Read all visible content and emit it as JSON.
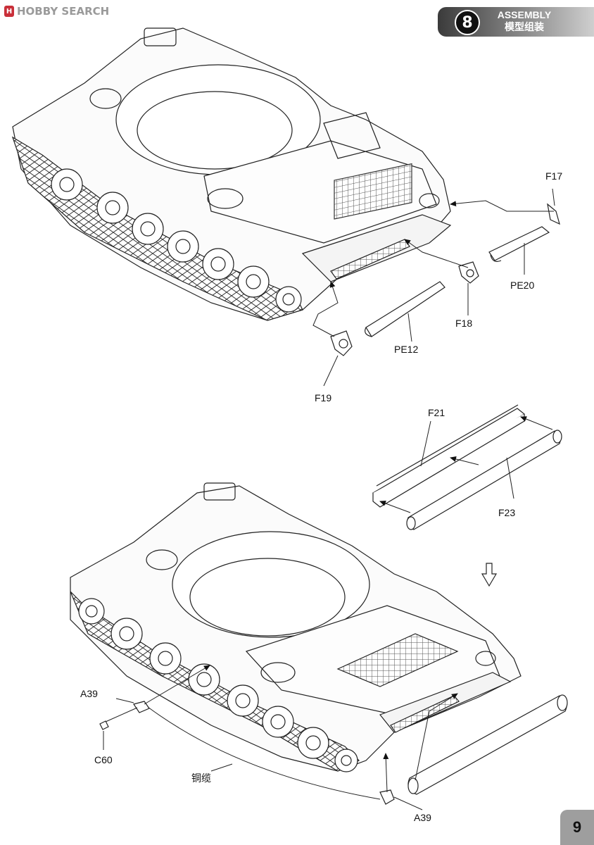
{
  "watermark": {
    "text": "HOBBY SEARCH"
  },
  "header": {
    "step_number": "8",
    "title": "ASSEMBLY",
    "subtitle": "模型组装"
  },
  "labels": {
    "f17": "F17",
    "pe20": "PE20",
    "f18": "F18",
    "pe12": "PE12",
    "f19": "F19",
    "f21": "F21",
    "f23": "F23",
    "a39_left": "A39",
    "c60": "C60",
    "cable": "铜缆",
    "a39_bottom": "A39"
  },
  "page": {
    "number": "9"
  }
}
